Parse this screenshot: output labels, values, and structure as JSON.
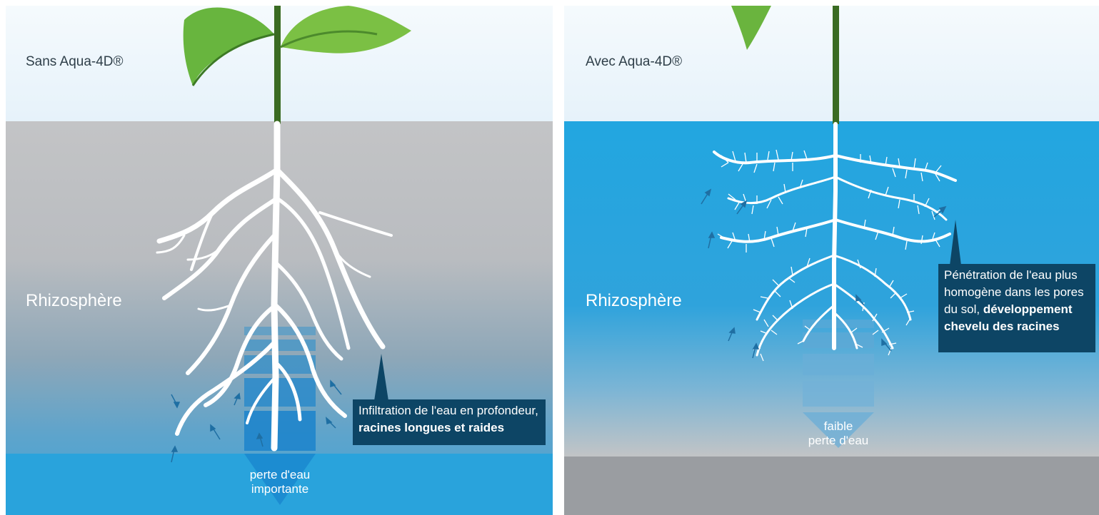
{
  "left_panel": {
    "title": "Sans Aqua-4D®",
    "zone_label": "Rhizosphère",
    "callout_normal": "Infiltration de l'eau en profondeur,",
    "callout_bold": "racines longues et raides",
    "loss_line1": "perte d'eau",
    "loss_line2": "importante",
    "colors": {
      "sky": "#eef6fb",
      "soil_top": "#c3c4c6",
      "soil_bottom": "#3eaede",
      "water": "#1b8fd0",
      "callout": "#0d4565",
      "stem": "#3a6b22",
      "leaf": "#6ab43e"
    }
  },
  "right_panel": {
    "title": "Avec Aqua-4D®",
    "zone_label": "Rhizosphère",
    "callout_line1": "Pénétration de l'eau plus",
    "callout_line2": "homogène dans les pores",
    "callout_line3_normal": "du sol, ",
    "callout_line3_bold": "développement",
    "callout_line4_bold": "chevelu des racines",
    "loss_line1": "faible",
    "loss_line2": "perte d'eau",
    "colors": {
      "sky": "#eef6fb",
      "soil_top": "#29a8e0",
      "soil_bottom": "#bcc1c6",
      "deep_soil": "#9a9da1",
      "callout": "#0d4565"
    }
  }
}
